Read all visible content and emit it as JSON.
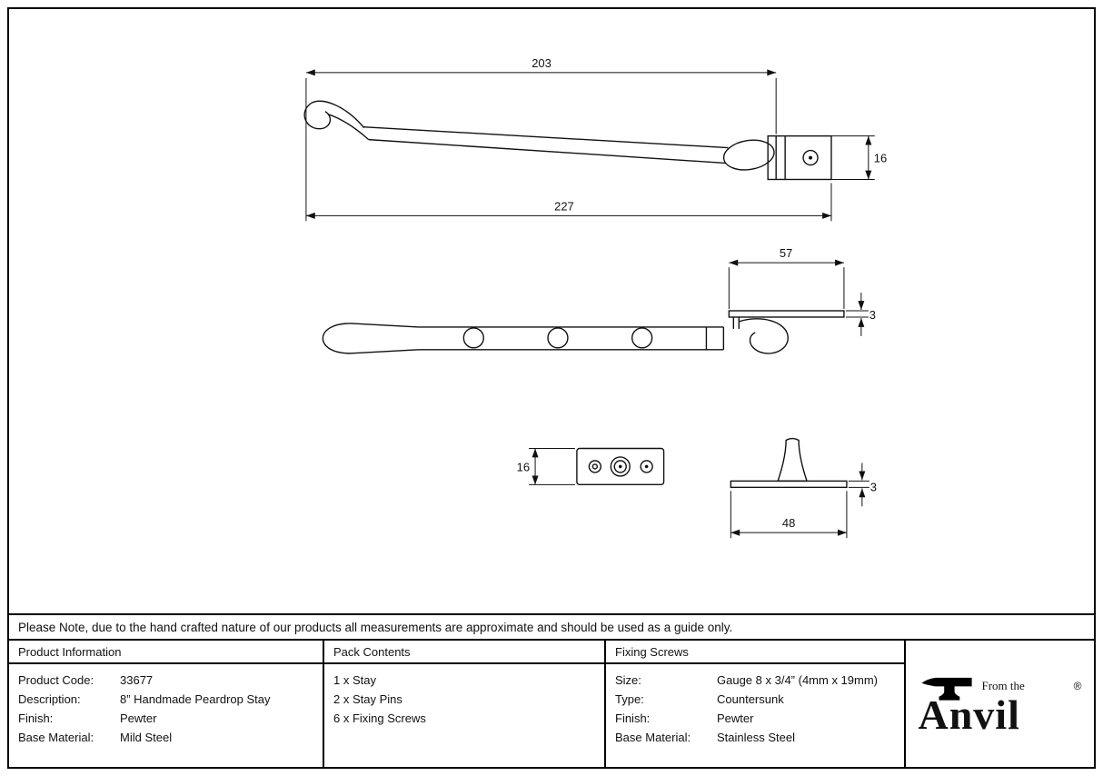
{
  "drawing": {
    "side_view": {
      "dim_top": "203",
      "dim_total": "227",
      "dim_height": "16"
    },
    "plan_view": {
      "dim_plate_length": "57",
      "dim_plate_thickness": "3"
    },
    "keeper_view": {
      "dim_height": "16"
    },
    "pin_view": {
      "dim_plate_thickness": "3",
      "dim_plate_width": "48"
    }
  },
  "note": "Please Note, due to the hand crafted nature of our products all measurements are approximate and should be used as a guide only.",
  "table": {
    "product_information": {
      "header": "Product Information",
      "rows": [
        {
          "label": "Product Code:",
          "value": "33677"
        },
        {
          "label": "Description:",
          "value": "8” Handmade Peardrop Stay"
        },
        {
          "label": "Finish:",
          "value": "Pewter"
        },
        {
          "label": "Base Material:",
          "value": "Mild Steel"
        }
      ]
    },
    "pack_contents": {
      "header": "Pack Contents",
      "items": [
        "1 x Stay",
        "2 x Stay Pins",
        "6 x Fixing Screws"
      ]
    },
    "fixing_screws": {
      "header": "Fixing Screws",
      "rows": [
        {
          "label": "Size:",
          "value": "Gauge 8 x 3/4” (4mm x 19mm)"
        },
        {
          "label": "Type:",
          "value": "Countersunk"
        },
        {
          "label": "Finish:",
          "value": "Pewter"
        },
        {
          "label": "Base Material:",
          "value": "Stainless Steel"
        }
      ]
    },
    "logo": {
      "from_the": "From the",
      "brand": "Anvil",
      "registered": "®"
    }
  },
  "colors": {
    "line": "#111111",
    "background": "#ffffff"
  }
}
